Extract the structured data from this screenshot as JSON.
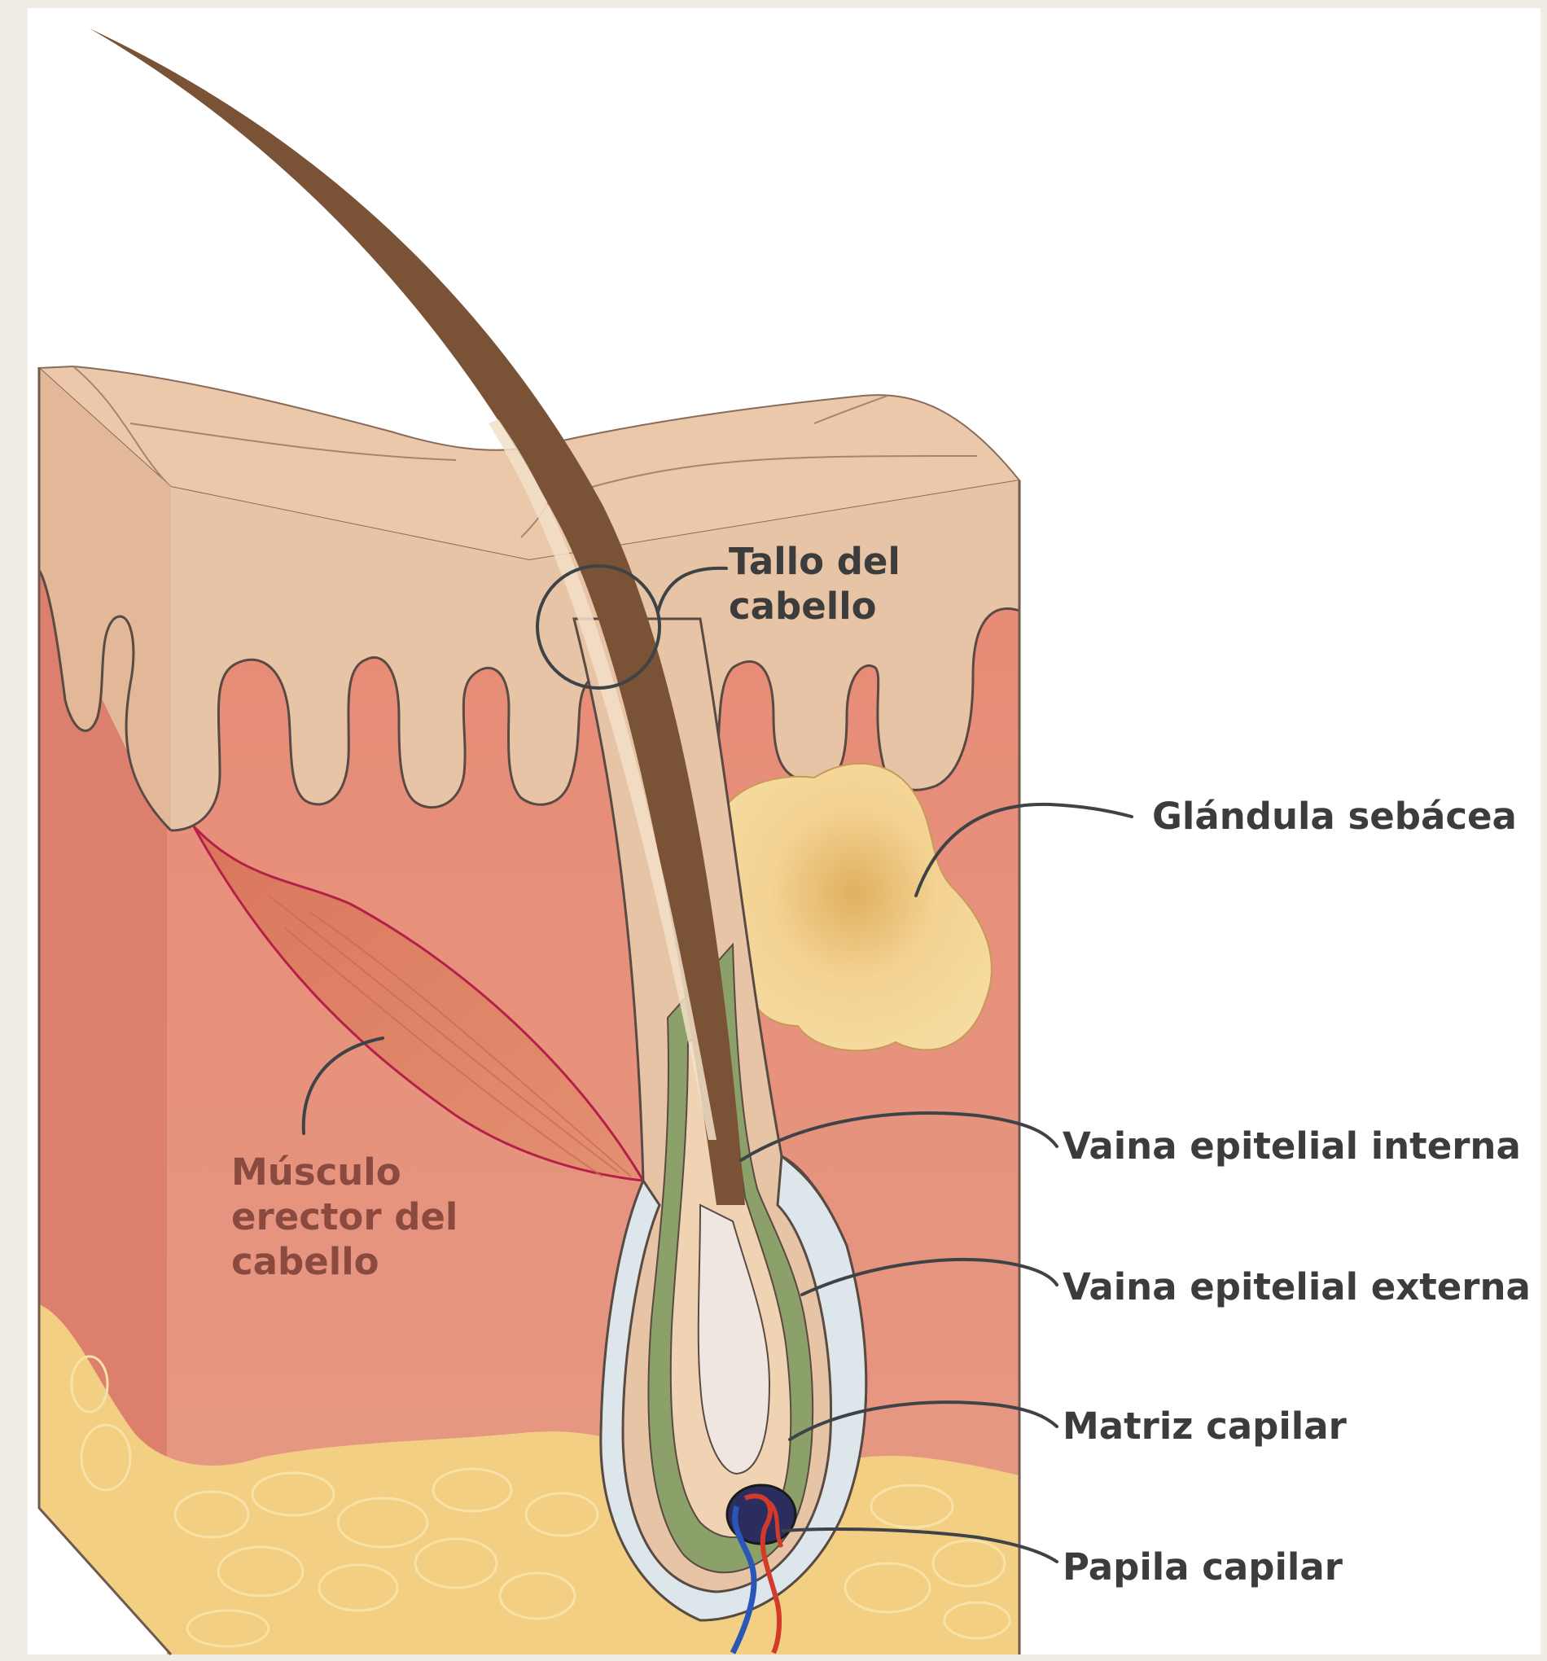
{
  "labels": {
    "tallo": [
      "Tallo del",
      "cabello"
    ],
    "glandula": "Glándula sebácea",
    "musculo": [
      "Músculo",
      "erector del",
      "cabello"
    ],
    "vaina_interna": "Vaina epitelial interna",
    "vaina_externa": "Vaina epitelial externa",
    "matriz": "Matriz capilar",
    "papila": "Papila capilar"
  },
  "colors": {
    "page_background": "#efede4",
    "epidermis": "#e8c5a8",
    "dermis": "#e48c78",
    "fat": "#f3d48a",
    "hair": "#7a5236",
    "inner_sheath": "#8ca06a",
    "outer_sheath": "#dde6ea",
    "sebaceous_gland": "#f4d696",
    "muscle_outline": "#b5204a",
    "label_text": "#3c3c3c"
  }
}
